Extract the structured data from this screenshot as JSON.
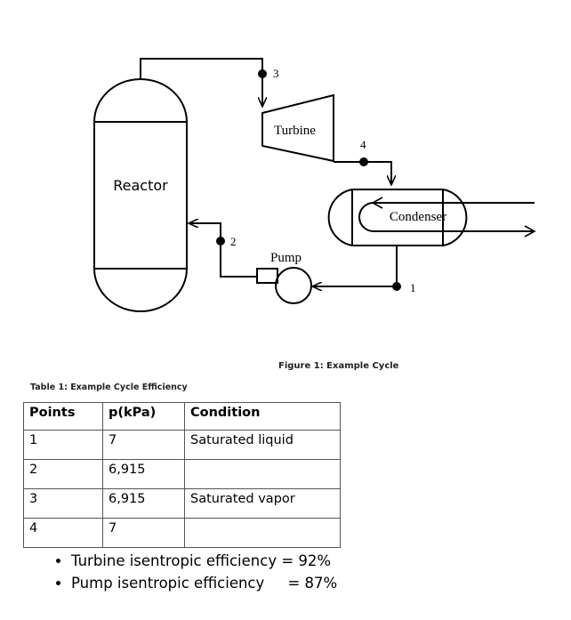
{
  "diagram": {
    "reactor_label": "Reactor",
    "turbine_label": "Turbine",
    "condenser_label": "Condenser",
    "pump_label": "Pump",
    "points": [
      {
        "label": "1"
      },
      {
        "label": "2"
      },
      {
        "label": "3"
      },
      {
        "label": "4"
      }
    ]
  },
  "figure_caption": "Figure 1:  Example Cycle",
  "table_caption": "Table 1: Example Cycle Efficiency",
  "table": {
    "headers": [
      "Points",
      "p(kPa)",
      "Condition"
    ],
    "rows": [
      [
        "1",
        "7",
        "Saturated liquid"
      ],
      [
        "2",
        "6,915",
        ""
      ],
      [
        "3",
        "6,915",
        "Saturated vapor"
      ],
      [
        "4",
        "7",
        ""
      ]
    ]
  },
  "notes": [
    "Turbine isentropic efficiency = 92%",
    "Pump isentropic efficiency     = 87%"
  ]
}
